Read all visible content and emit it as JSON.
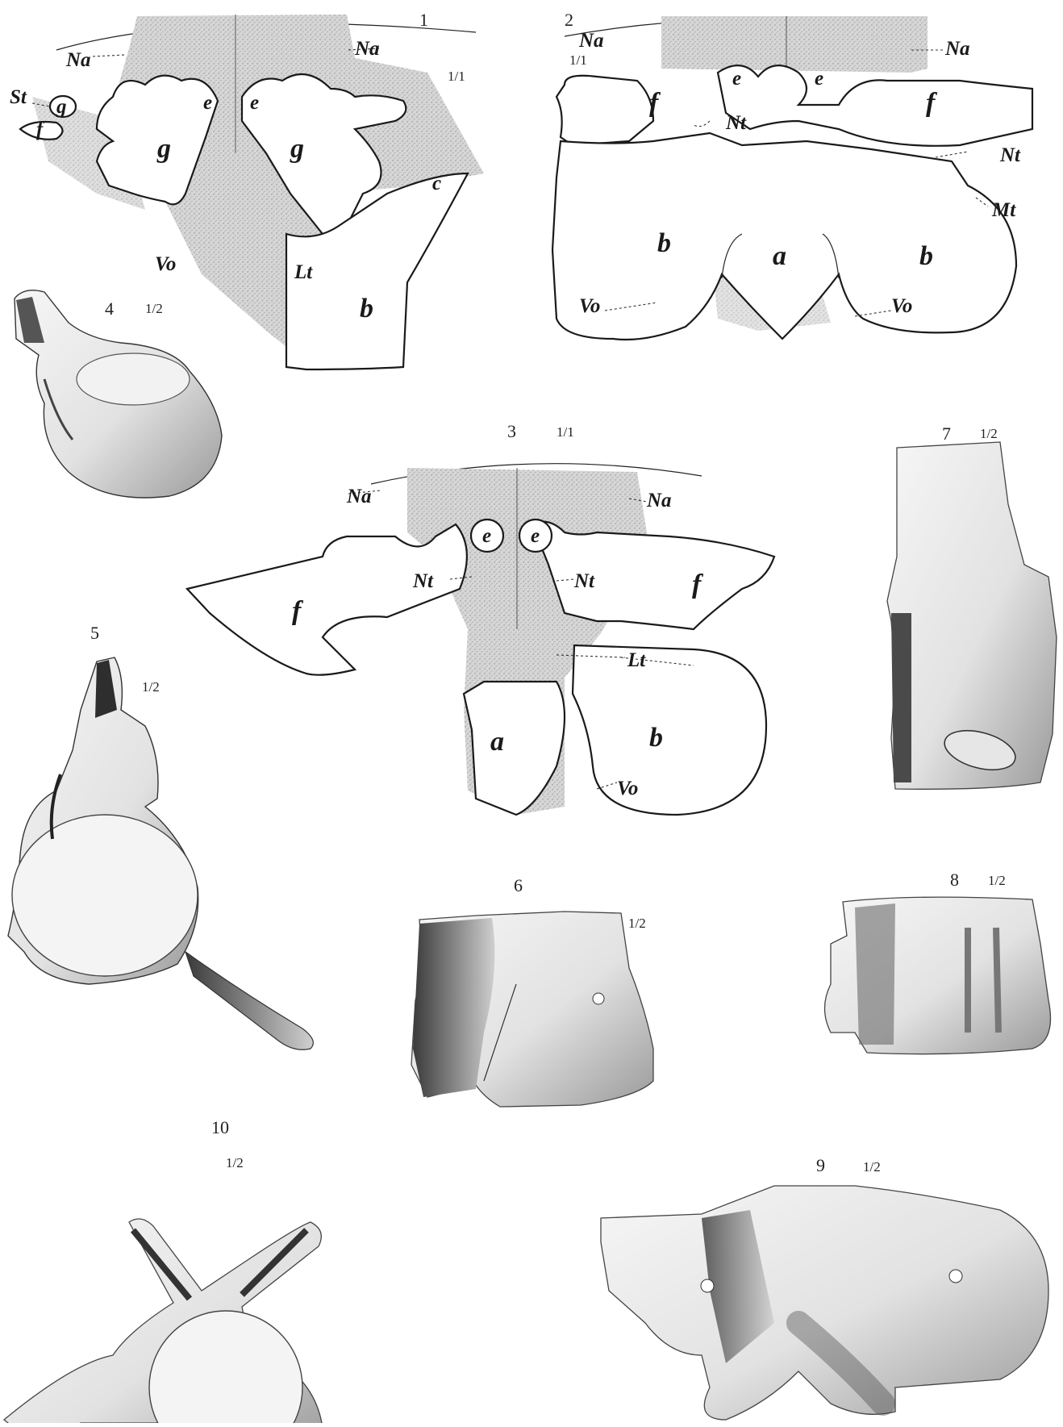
{
  "figures": [
    {
      "number": "1",
      "scale": "1/1"
    },
    {
      "number": "2",
      "scale": "1/1"
    },
    {
      "number": "3",
      "scale": "1/1"
    },
    {
      "number": "4",
      "scale": "1/2"
    },
    {
      "number": "5",
      "scale": "1/2"
    },
    {
      "number": "6",
      "scale": "1/2"
    },
    {
      "number": "7",
      "scale": "1/2"
    },
    {
      "number": "8",
      "scale": "1/2"
    },
    {
      "number": "9",
      "scale": "1/2"
    },
    {
      "number": "10",
      "scale": "1/2"
    }
  ],
  "labels": {
    "Na": "Na",
    "e": "e",
    "f": "f",
    "g": "g",
    "a": "a",
    "b": "b",
    "c": "c",
    "Lt": "Lt",
    "Nt": "Nt",
    "Mt": "Mt",
    "Vo": "Vo",
    "St": "St"
  }
}
